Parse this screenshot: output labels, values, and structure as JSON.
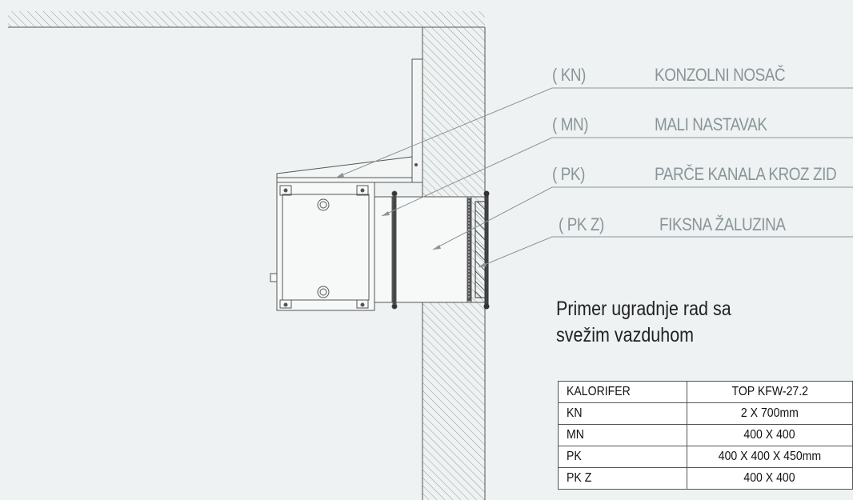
{
  "callouts": [
    {
      "code": "( KN)",
      "name": "KONZOLNI NOSAČ"
    },
    {
      "code": "( MN)",
      "name": "MALI NASTAVAK"
    },
    {
      "code": "( PK)",
      "name": "PARČE KANALA  KROZ ZID"
    },
    {
      "code": "( PK Z)",
      "name": "FIKSNA ŽALUZINA"
    }
  ],
  "caption": "Primer ugradnje  rad  sa svežim vazduhom",
  "spec_table": [
    {
      "key": "KALORIFER",
      "value": "TOP KFW-27.2"
    },
    {
      "key": "KN",
      "value": "2 X 700mm"
    },
    {
      "key": "MN",
      "value": "400 X 400"
    },
    {
      "key": "PK",
      "value": "400 X 400 X 450mm"
    },
    {
      "key": "PK Z",
      "value": "400 X 400"
    }
  ],
  "colors": {
    "background": "#eef2f2",
    "line": "#8a9599",
    "drawing": "#555555",
    "text": "#222222"
  }
}
